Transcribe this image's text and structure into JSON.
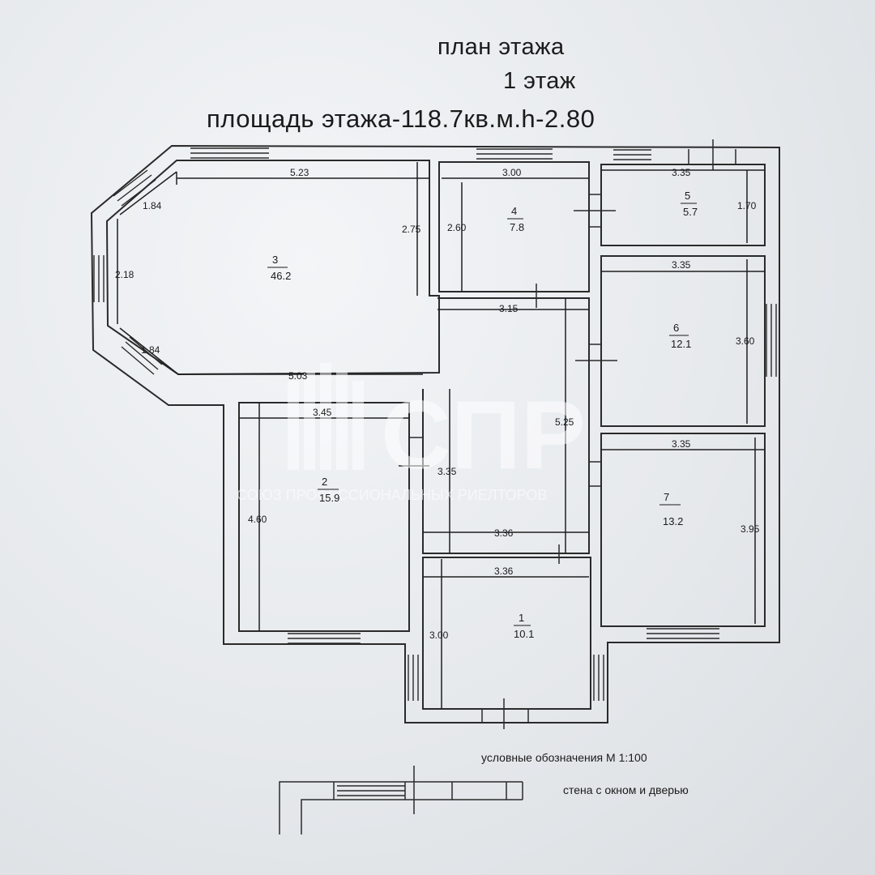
{
  "title": {
    "line1": "план этажа",
    "line2": "1 этаж",
    "line3": "площадь этажа-118.7кв.м.h-2.80"
  },
  "rooms": [
    {
      "num": "1",
      "area": "10.1"
    },
    {
      "num": "2",
      "area": "15.9"
    },
    {
      "num": "3",
      "area": "46.2"
    },
    {
      "num": "4",
      "area": "7.8"
    },
    {
      "num": "5",
      "area": "5.7"
    },
    {
      "num": "6",
      "area": "12.1"
    },
    {
      "num": "7",
      "area": "13.2"
    }
  ],
  "dimensions": {
    "r3_top": "5.23",
    "r3_diag_top": "1.84",
    "r3_left": "2.18",
    "r3_diag_bottom": "1.84",
    "r3_bottom": "5.03",
    "r3_right": "2.75",
    "r4_top": "3.00",
    "r4_left": "2.60",
    "r5_top": "3.35",
    "r5_right": "1.70",
    "hall_top": "3.15",
    "hall_right": "5.25",
    "r6_top": "3.35",
    "r6_right": "3.60",
    "r2_top": "3.45",
    "r2_left": "4.60",
    "corr_left": "3.35",
    "corr_bottom": "3.36",
    "r1_top": "3.36",
    "r1_left": "3.00",
    "r7_top": "3.35",
    "r7_right": "3.95"
  },
  "watermark": {
    "logo": "СПР",
    "caption": "СОЮЗ ПРОФЕССИОНАЛЬНЫХ РИЕЛТОРОВ"
  },
  "legend": {
    "scale_text": "условные обозначения М 1:100",
    "wall_text": "стена с окном и дверью"
  }
}
